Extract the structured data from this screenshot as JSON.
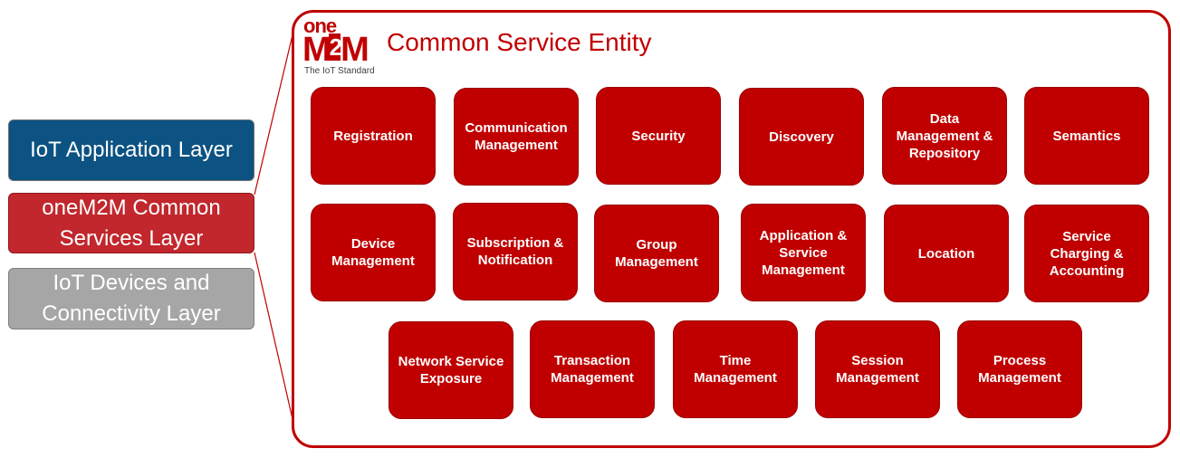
{
  "layers": {
    "app": "IoT Application Layer",
    "cse": "oneM2M Common\nServices Layer",
    "devices": "IoT Devices and\nConnectivity Layer"
  },
  "logo": {
    "one": "one",
    "m": "M",
    "two": "2",
    "m2": "M",
    "tagline": "The IoT Standard"
  },
  "title": "Common Service Entity",
  "functions": [
    "Registration",
    "Communication\nManagement",
    "Security",
    "Discovery",
    "Data\nManagement &\nRepository",
    "Semantics",
    "Device\nManagement",
    "Subscription &\nNotification",
    "Group\nManagement",
    "Application &\nService\nManagement",
    "Location",
    "Service\nCharging &\nAccounting",
    "Network Service\nExposure",
    "Transaction\nManagement",
    "Time\nManagement",
    "Session\nManagement",
    "Process\nManagement"
  ],
  "colors": {
    "app_layer": "#0c5282",
    "cse_layer": "#c1272d",
    "device_layer": "#a6a6a6",
    "accent": "#c00000"
  }
}
